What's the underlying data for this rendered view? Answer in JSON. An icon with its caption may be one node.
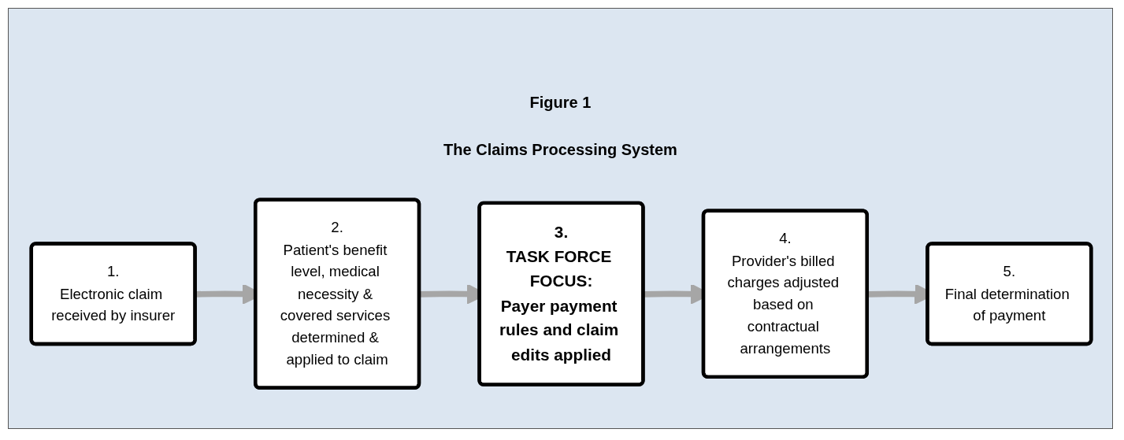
{
  "diagram": {
    "title": "Figure 1",
    "nodes": [
      {
        "text": [
          "1.",
          "Electronic claim received by insurer"
        ]
      },
      {
        "text": [
          "2.",
          "Patient's benefit level, medical necessity & covered services determined & applied to claim"
        ]
      },
      {
        "text": [
          "3.",
          "TASK FORCE FOCUS:",
          "Payer payment rules and claim edits applied"
        ]
      },
      {
        "text": [
          "4.",
          "Provider's billed charges adjusted based on contractual arrangements"
        ]
      },
      {
        "text": [
          "5.",
          "Final determination of payment"
        ]
      }
    ],
    "edges": [
      {
        "from": 0,
        "to": 1,
        "arrow": "to"
      },
      {
        "from": 1,
        "to": 2,
        "arrow": "to"
      },
      {
        "from": 2,
        "to": 3,
        "arrow": "to"
      },
      {
        "from": 3,
        "to": 4,
        "arrow": "to"
      }
    ],
    "labels": [
      "The Claims Processing System"
    ]
  }
}
